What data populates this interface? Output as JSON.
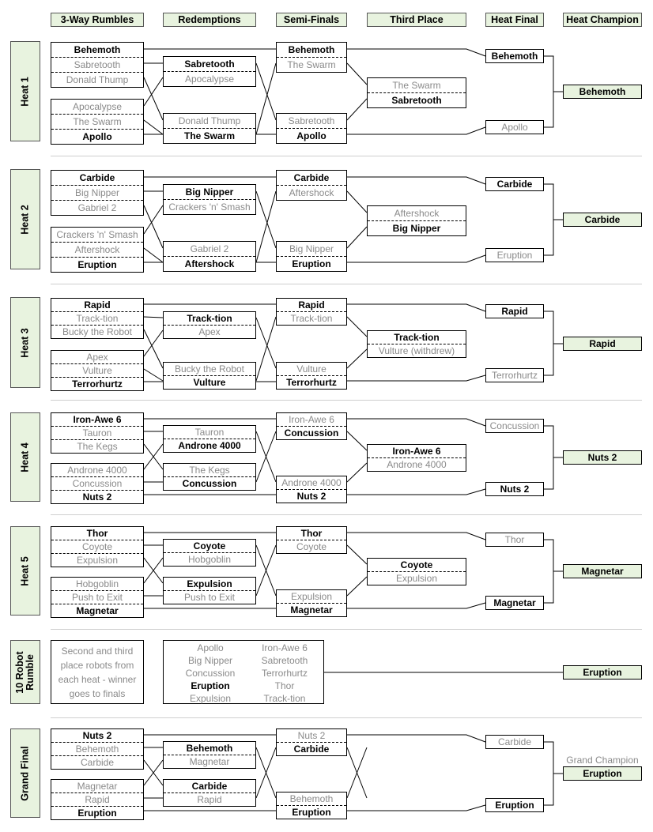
{
  "headers": [
    "3-Way Rumbles",
    "Redemptions",
    "Semi-Finals",
    "Third Place",
    "Heat Final",
    "Heat Champion"
  ],
  "sections": [
    {
      "label": "Heat 1",
      "rumbles": [
        [
          {
            "name": "Behemoth",
            "win": true
          },
          {
            "name": "Sabretooth",
            "win": false
          },
          {
            "name": "Donald Thump",
            "win": false
          }
        ],
        [
          {
            "name": "Apocalypse",
            "win": false
          },
          {
            "name": "The Swarm",
            "win": false
          },
          {
            "name": "Apollo",
            "win": true
          }
        ]
      ],
      "redemptions": [
        [
          {
            "name": "Sabretooth",
            "win": true
          },
          {
            "name": "Apocalypse",
            "win": false
          }
        ],
        [
          {
            "name": "Donald Thump",
            "win": false
          },
          {
            "name": "The Swarm",
            "win": true
          }
        ]
      ],
      "semis": [
        [
          {
            "name": "Behemoth",
            "win": true
          },
          {
            "name": "The Swarm",
            "win": false
          }
        ],
        [
          {
            "name": "Sabretooth",
            "win": false
          },
          {
            "name": "Apollo",
            "win": true
          }
        ]
      ],
      "third": [
        {
          "name": "The Swarm",
          "win": false
        },
        {
          "name": "Sabretooth",
          "win": true
        }
      ],
      "final": [
        {
          "name": "Behemoth",
          "win": true
        },
        {
          "name": "Apollo",
          "win": false
        }
      ],
      "champion": "Behemoth"
    },
    {
      "label": "Heat 2",
      "rumbles": [
        [
          {
            "name": "Carbide",
            "win": true
          },
          {
            "name": "Big Nipper",
            "win": false
          },
          {
            "name": "Gabriel 2",
            "win": false
          }
        ],
        [
          {
            "name": "Crackers 'n' Smash",
            "win": false
          },
          {
            "name": "Aftershock",
            "win": false
          },
          {
            "name": "Eruption",
            "win": true
          }
        ]
      ],
      "redemptions": [
        [
          {
            "name": "Big Nipper",
            "win": true
          },
          {
            "name": "Crackers 'n' Smash",
            "win": false
          }
        ],
        [
          {
            "name": "Gabriel 2",
            "win": false
          },
          {
            "name": "Aftershock",
            "win": true
          }
        ]
      ],
      "semis": [
        [
          {
            "name": "Carbide",
            "win": true
          },
          {
            "name": "Aftershock",
            "win": false
          }
        ],
        [
          {
            "name": "Big Nipper",
            "win": false
          },
          {
            "name": "Eruption",
            "win": true
          }
        ]
      ],
      "third": [
        {
          "name": "Aftershock",
          "win": false
        },
        {
          "name": "Big Nipper",
          "win": true
        }
      ],
      "final": [
        {
          "name": "Carbide",
          "win": true
        },
        {
          "name": "Eruption",
          "win": false
        }
      ],
      "champion": "Carbide"
    },
    {
      "label": "Heat 3",
      "rumbles": [
        [
          {
            "name": "Rapid",
            "win": true
          },
          {
            "name": "Track-tion",
            "win": false
          },
          {
            "name": "Bucky the Robot",
            "win": false
          }
        ],
        [
          {
            "name": "Apex",
            "win": false
          },
          {
            "name": "Vulture",
            "win": false
          },
          {
            "name": "Terrorhurtz",
            "win": true
          }
        ]
      ],
      "redemptions": [
        [
          {
            "name": "Track-tion",
            "win": true
          },
          {
            "name": "Apex",
            "win": false
          }
        ],
        [
          {
            "name": "Bucky the Robot",
            "win": false
          },
          {
            "name": "Vulture",
            "win": true
          }
        ]
      ],
      "semis": [
        [
          {
            "name": "Rapid",
            "win": true
          },
          {
            "name": "Track-tion",
            "win": false
          }
        ],
        [
          {
            "name": "Vulture",
            "win": false
          },
          {
            "name": "Terrorhurtz",
            "win": true
          }
        ]
      ],
      "third": [
        {
          "name": "Track-tion",
          "win": true
        },
        {
          "name": "Vulture (withdrew)",
          "win": false
        }
      ],
      "final": [
        {
          "name": "Rapid",
          "win": true
        },
        {
          "name": "Terrorhurtz",
          "win": false
        }
      ],
      "champion": "Rapid"
    },
    {
      "label": "Heat 4",
      "rumbles": [
        [
          {
            "name": "Iron-Awe 6",
            "win": true
          },
          {
            "name": "Tauron",
            "win": false
          },
          {
            "name": "The Kegs",
            "win": false
          }
        ],
        [
          {
            "name": "Androne 4000",
            "win": false
          },
          {
            "name": "Concussion",
            "win": false
          },
          {
            "name": "Nuts 2",
            "win": true
          }
        ]
      ],
      "redemptions": [
        [
          {
            "name": "Tauron",
            "win": false
          },
          {
            "name": "Androne 4000",
            "win": true
          }
        ],
        [
          {
            "name": "The Kegs",
            "win": false
          },
          {
            "name": "Concussion",
            "win": true
          }
        ]
      ],
      "semis": [
        [
          {
            "name": "Iron-Awe 6",
            "win": false
          },
          {
            "name": "Concussion",
            "win": true
          }
        ],
        [
          {
            "name": "Androne 4000",
            "win": false
          },
          {
            "name": "Nuts 2",
            "win": true
          }
        ]
      ],
      "third": [
        {
          "name": "Iron-Awe 6",
          "win": true
        },
        {
          "name": "Androne 4000",
          "win": false
        }
      ],
      "final": [
        {
          "name": "Concussion",
          "win": false
        },
        {
          "name": "Nuts 2",
          "win": true
        }
      ],
      "champion": "Nuts 2"
    },
    {
      "label": "Heat 5",
      "rumbles": [
        [
          {
            "name": "Thor",
            "win": true
          },
          {
            "name": "Coyote",
            "win": false
          },
          {
            "name": "Expulsion",
            "win": false
          }
        ],
        [
          {
            "name": "Hobgoblin",
            "win": false
          },
          {
            "name": "Push to Exit",
            "win": false
          },
          {
            "name": "Magnetar",
            "win": true
          }
        ]
      ],
      "redemptions": [
        [
          {
            "name": "Coyote",
            "win": true
          },
          {
            "name": "Hobgoblin",
            "win": false
          }
        ],
        [
          {
            "name": "Expulsion",
            "win": true
          },
          {
            "name": "Push to Exit",
            "win": false
          }
        ]
      ],
      "semis": [
        [
          {
            "name": "Thor",
            "win": true
          },
          {
            "name": "Coyote",
            "win": false
          }
        ],
        [
          {
            "name": "Expulsion",
            "win": false
          },
          {
            "name": "Magnetar",
            "win": true
          }
        ]
      ],
      "third": [
        {
          "name": "Coyote",
          "win": true
        },
        {
          "name": "Expulsion",
          "win": false
        }
      ],
      "final": [
        {
          "name": "Thor",
          "win": false
        },
        {
          "name": "Magnetar",
          "win": true
        }
      ],
      "champion": "Magnetar"
    }
  ],
  "rumble10": {
    "label": "10 Robot Rumble",
    "note": "Second and third place robots from each heat - winner goes to finals",
    "col1": [
      {
        "name": "Apollo",
        "win": false
      },
      {
        "name": "Big Nipper",
        "win": false
      },
      {
        "name": "Concussion",
        "win": false
      },
      {
        "name": "Eruption",
        "win": true
      },
      {
        "name": "Expulsion",
        "win": false
      }
    ],
    "col2": [
      {
        "name": "Iron-Awe 6",
        "win": false
      },
      {
        "name": "Sabretooth",
        "win": false
      },
      {
        "name": "Terrorhurtz",
        "win": false
      },
      {
        "name": "Thor",
        "win": false
      },
      {
        "name": "Track-tion",
        "win": false
      }
    ],
    "winner": "Eruption"
  },
  "grand_final": {
    "label": "Grand Final",
    "rumbles": [
      [
        {
          "name": "Nuts 2",
          "win": true
        },
        {
          "name": "Behemoth",
          "win": false
        },
        {
          "name": "Carbide",
          "win": false
        }
      ],
      [
        {
          "name": "Magnetar",
          "win": false
        },
        {
          "name": "Rapid",
          "win": false
        },
        {
          "name": "Eruption",
          "win": true
        }
      ]
    ],
    "redemptions": [
      [
        {
          "name": "Behemoth",
          "win": true
        },
        {
          "name": "Magnetar",
          "win": false
        }
      ],
      [
        {
          "name": "Carbide",
          "win": true
        },
        {
          "name": "Rapid",
          "win": false
        }
      ]
    ],
    "semis": [
      [
        {
          "name": "Nuts 2",
          "win": false
        },
        {
          "name": "Carbide",
          "win": true
        }
      ],
      [
        {
          "name": "Behemoth",
          "win": false
        },
        {
          "name": "Eruption",
          "win": true
        }
      ]
    ],
    "final": [
      {
        "name": "Carbide",
        "win": false
      },
      {
        "name": "Eruption",
        "win": true
      }
    ],
    "champion_title": "Grand Champion",
    "champion": "Eruption"
  },
  "colors": {
    "header_fill": "#e8f3df",
    "winner_text": "#000000",
    "loser_text": "#8a8a8a",
    "line": "#000000"
  }
}
